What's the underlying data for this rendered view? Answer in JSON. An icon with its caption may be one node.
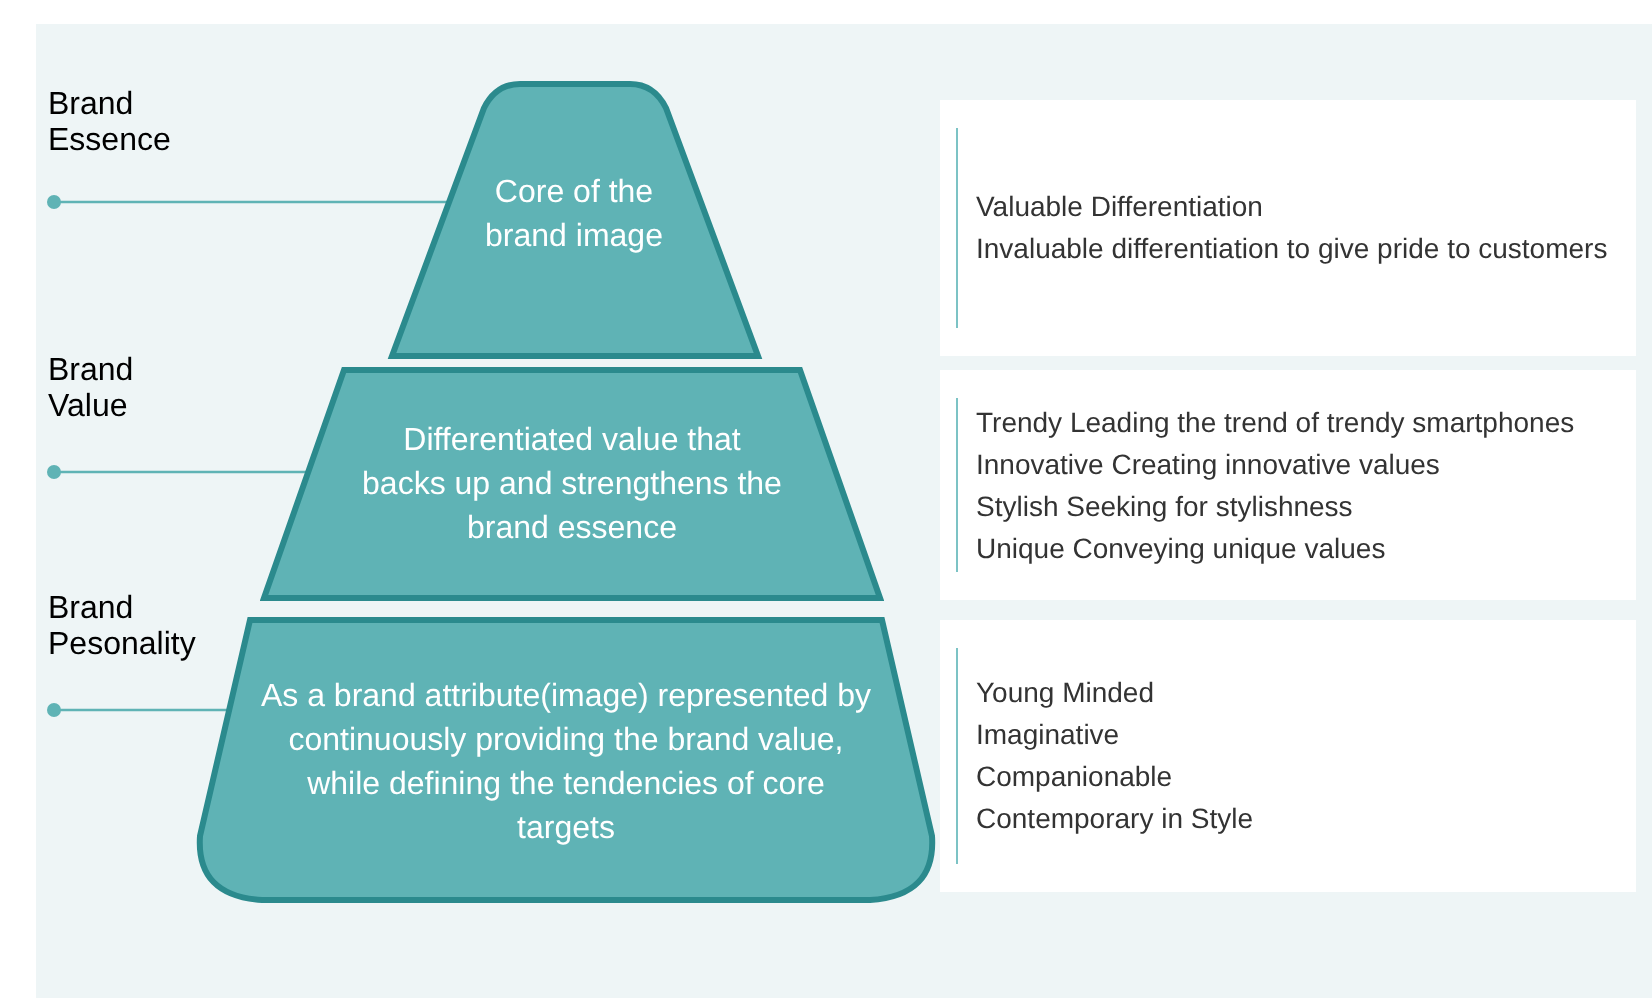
{
  "diagram": {
    "nodes": [
      {
        "text": [
          "Brand Essence"
        ]
      },
      {
        "text": [
          "Core of the brand image"
        ]
      },
      {
        "text": [
          "Valuable Differentiation",
          "Invaluable differentiation to give pride to customers"
        ]
      },
      {
        "text": [
          "Brand Value"
        ]
      },
      {
        "text": [
          "Differentiated value that backs up and strengthens the brand essence"
        ]
      },
      {
        "text": [
          "Trendy Leading the trend of trendy smartphones",
          "Innovative Creating innovative values",
          "Stylish Seeking for stylishness",
          "Unique Conveying unique values"
        ]
      },
      {
        "text": [
          "Brand Pesonality"
        ]
      },
      {
        "text": [
          "As a brand attribute(image) represented by continuously providing the brand value, while defining the tendencies of core targets"
        ]
      },
      {
        "text": [
          "Young Minded",
          "Imaginative",
          "Companionable",
          "Contemporary in Style"
        ]
      }
    ],
    "edges": [
      {
        "from": 0,
        "to": 1,
        "arrow": "other"
      },
      {
        "from": 3,
        "to": 4,
        "arrow": "other"
      },
      {
        "from": 6,
        "to": 7,
        "arrow": "other"
      }
    ]
  }
}
